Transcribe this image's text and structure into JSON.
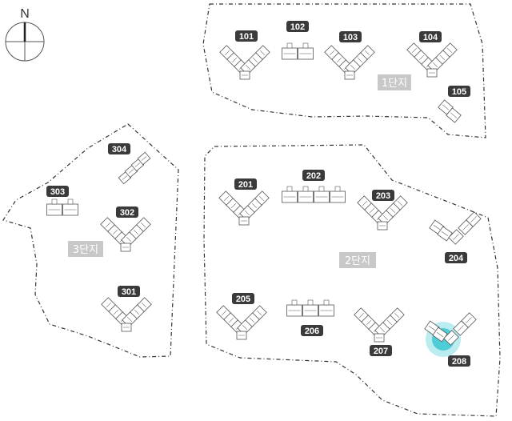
{
  "compass": {
    "label": "N"
  },
  "zones": [
    {
      "id": "zone-1",
      "label": "1단지"
    },
    {
      "id": "zone-2",
      "label": "2단지"
    },
    {
      "id": "zone-3",
      "label": "3단지"
    }
  ],
  "buildings": [
    {
      "id": "b101",
      "label": "101",
      "shape": "v"
    },
    {
      "id": "b102",
      "label": "102",
      "shape": "bar2"
    },
    {
      "id": "b103",
      "label": "103",
      "shape": "v"
    },
    {
      "id": "b104",
      "label": "104",
      "shape": "v"
    },
    {
      "id": "b105",
      "label": "105",
      "shape": "small"
    },
    {
      "id": "b201",
      "label": "201",
      "shape": "v"
    },
    {
      "id": "b202",
      "label": "202",
      "shape": "bar4"
    },
    {
      "id": "b203",
      "label": "203",
      "shape": "v"
    },
    {
      "id": "b204",
      "label": "204",
      "shape": "tilted"
    },
    {
      "id": "b205",
      "label": "205",
      "shape": "v"
    },
    {
      "id": "b206",
      "label": "206",
      "shape": "bar3"
    },
    {
      "id": "b207",
      "label": "207",
      "shape": "v"
    },
    {
      "id": "b208",
      "label": "208",
      "shape": "tilted",
      "selected": true
    },
    {
      "id": "b301",
      "label": "301",
      "shape": "v"
    },
    {
      "id": "b302",
      "label": "302",
      "shape": "v"
    },
    {
      "id": "b303",
      "label": "303",
      "shape": "bar2"
    },
    {
      "id": "b304",
      "label": "304",
      "shape": "diag"
    }
  ],
  "colors": {
    "label_bg": "#3a3a3a",
    "zone_bg": "#c8c8c8",
    "boundary": "#333333",
    "building_stroke": "#555555",
    "selected": "#3cc8d2"
  }
}
